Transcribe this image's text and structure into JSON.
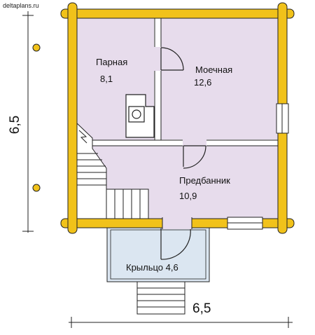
{
  "site": "deltaplans.ru",
  "rooms": {
    "parnaya": {
      "name": "Парная",
      "area": "8,1"
    },
    "moechnaya": {
      "name": "Моечная",
      "area": "12,6"
    },
    "predbannik": {
      "name": "Предбанник",
      "area": "10,9"
    },
    "kryltso": {
      "label": "Крыльцо 4,6"
    }
  },
  "dimensions": {
    "width": "6,5",
    "height": "6,5"
  },
  "colors": {
    "room_fill": "#e7dcec",
    "porch_fill": "#dbe6f1",
    "log": "#f1c21a",
    "line": "#222222"
  }
}
